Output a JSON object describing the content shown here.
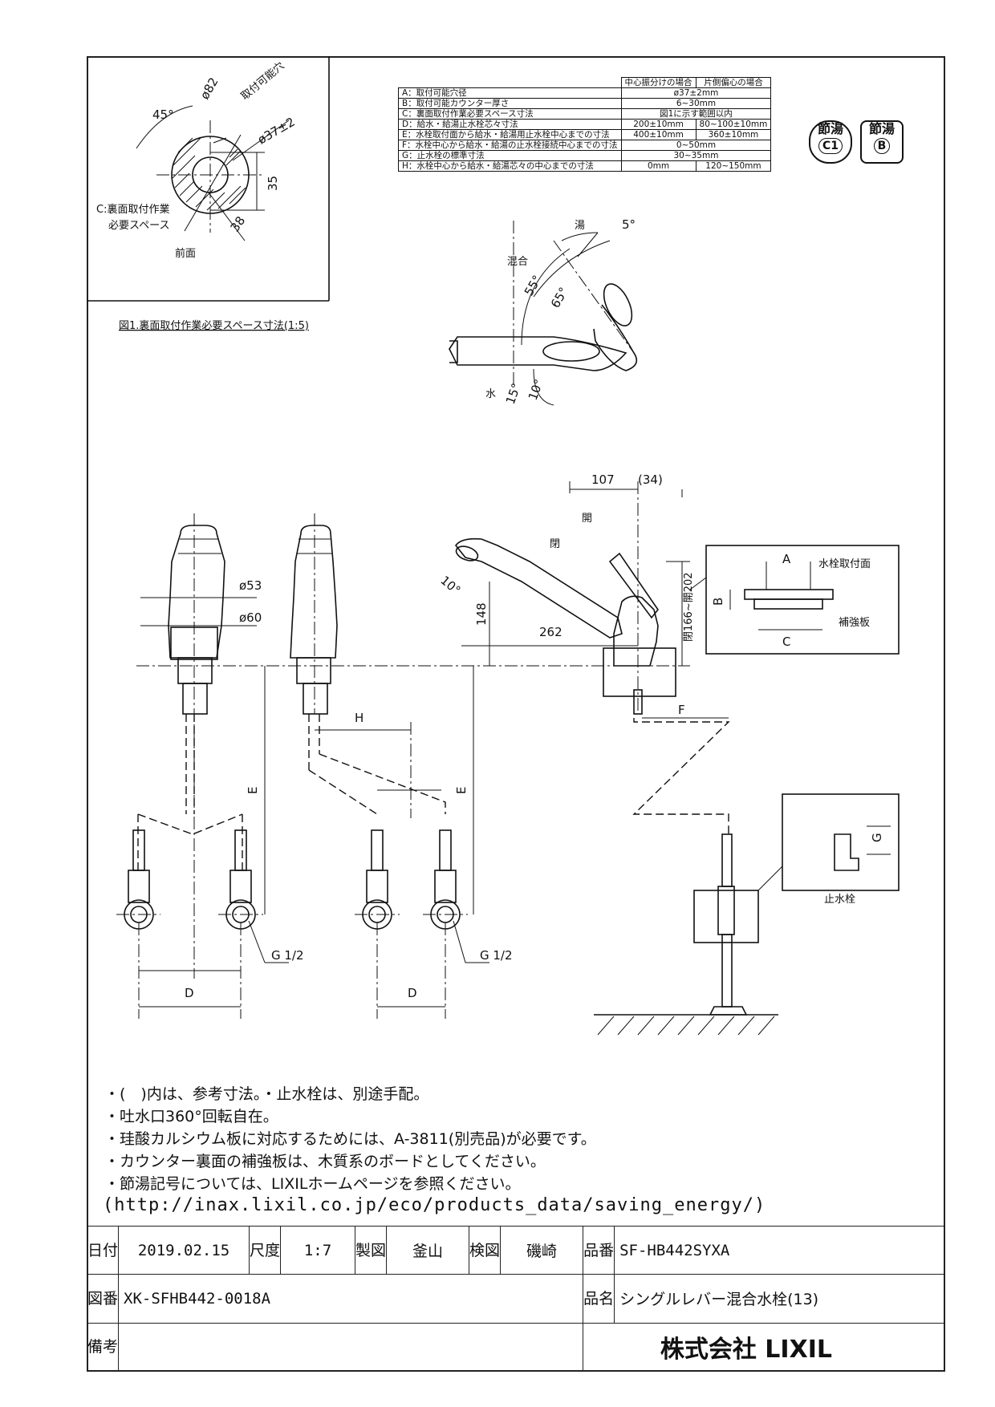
{
  "fig1": {
    "caption": "図1.裏面取付作業必要スペース寸法(1:5)",
    "angle": "45°",
    "dia_outer": "ø82",
    "hole_label": "取付可能穴",
    "dia_hole": "ø37±2",
    "dim_35": "35",
    "dim_38": "38",
    "c_label_1": "C:裏面取付作業",
    "c_label_2": "必要スペース",
    "front": "前面"
  },
  "spec_table": {
    "col_center": "中心振分けの場合",
    "col_offset": "片側偏心の場合",
    "rows": [
      {
        "label": "A：取付可能穴径",
        "center": "ø37±2mm",
        "offset": ""
      },
      {
        "label": "B：取付可能カウンター厚さ",
        "center": "6~30mm",
        "offset": ""
      },
      {
        "label": "C：裏面取付作業必要スペース寸法",
        "center": "図1に示す範囲以内",
        "offset": ""
      },
      {
        "label": "D：給水・給湯止水栓芯々寸法",
        "center": "200±10mm",
        "offset": "80~100±10mm"
      },
      {
        "label": "E：水栓取付面から給水・給湯用止水栓中心までの寸法",
        "center": "400±10mm",
        "offset": "360±10mm"
      },
      {
        "label": "F：水栓中心から給水・給湯の止水栓接続中心までの寸法",
        "center": "0~50mm",
        "offset": ""
      },
      {
        "label": "G：止水栓の標準寸法",
        "center": "30~35mm",
        "offset": ""
      },
      {
        "label": "H：水栓中心から給水・給湯芯々の中心までの寸法",
        "center": "0mm",
        "offset": "120~150mm"
      }
    ]
  },
  "badges": {
    "b1_top": "節湯",
    "b1_code": "C1",
    "b2_top": "節湯",
    "b2_code": "B"
  },
  "lever": {
    "hot": "湯",
    "mix": "混合",
    "water": "水",
    "a5": "5°",
    "a55": "55°",
    "a65": "65°",
    "a15": "15°",
    "a10": "10°"
  },
  "front_view": {
    "d53": "ø53",
    "d60": "ø60",
    "e": "E",
    "h": "H",
    "g12_a": "G 1/2",
    "g12_b": "G 1/2",
    "d_a": "D",
    "d_b": "D"
  },
  "side_view": {
    "dim107": "107",
    "dim34": "(34)",
    "open_label": "開",
    "close_label": "閉",
    "a10": "10°",
    "h148": "148",
    "l262": "262",
    "h_range": "閉166~開202",
    "f": "F",
    "detail_a": "A",
    "detail_b": "B",
    "detail_c": "C",
    "mount_face": "水栓取付面",
    "reinforce": "補強板",
    "g": "G",
    "stop_valve": "止水栓"
  },
  "notes": [
    "・(　)内は、参考寸法。・止水栓は、別途手配。",
    "・吐水口360°回転自在。",
    "・珪酸カルシウム板に対応するためには、A-3811(別売品)が必要です。",
    "・カウンター裏面の補強板は、木質系のボードとしてください。",
    "・節湯記号については、LIXILホームページを参照ください。"
  ],
  "url": "(http://inax.lixil.co.jp/eco/products_data/saving_energy/)",
  "title_block": {
    "date_label": "日付",
    "date": "2019.02.15",
    "scale_label": "尺度",
    "scale": "1:7",
    "drawn_label": "製図",
    "drawn": "釜山",
    "checked_label": "検図",
    "checked": "磯崎",
    "part_no_label": "品番",
    "part_no": "SF-HB442SYXA",
    "drawing_no_label": "図番",
    "drawing_no": "XK-SFHB442-0018A",
    "product_name_label": "品名",
    "product_name": "シングルレバー混合水栓(13)",
    "remarks_label": "備考",
    "company": "株式会社 LIXIL"
  }
}
